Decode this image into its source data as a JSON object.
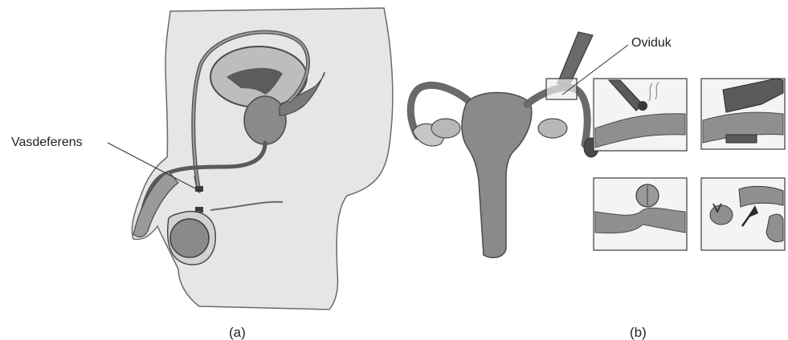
{
  "panels": [
    {
      "caption": "(a)",
      "label": "Vasdeferens"
    },
    {
      "caption": "(b)",
      "label": "Oviduk"
    }
  ],
  "colors": {
    "ink": "#3a3a3a",
    "organ_fill": "#8a8a8a",
    "organ_dark": "#5c5c5c",
    "body_fill": "#e6e6e6",
    "inset_bg": "#f4f4f4"
  }
}
